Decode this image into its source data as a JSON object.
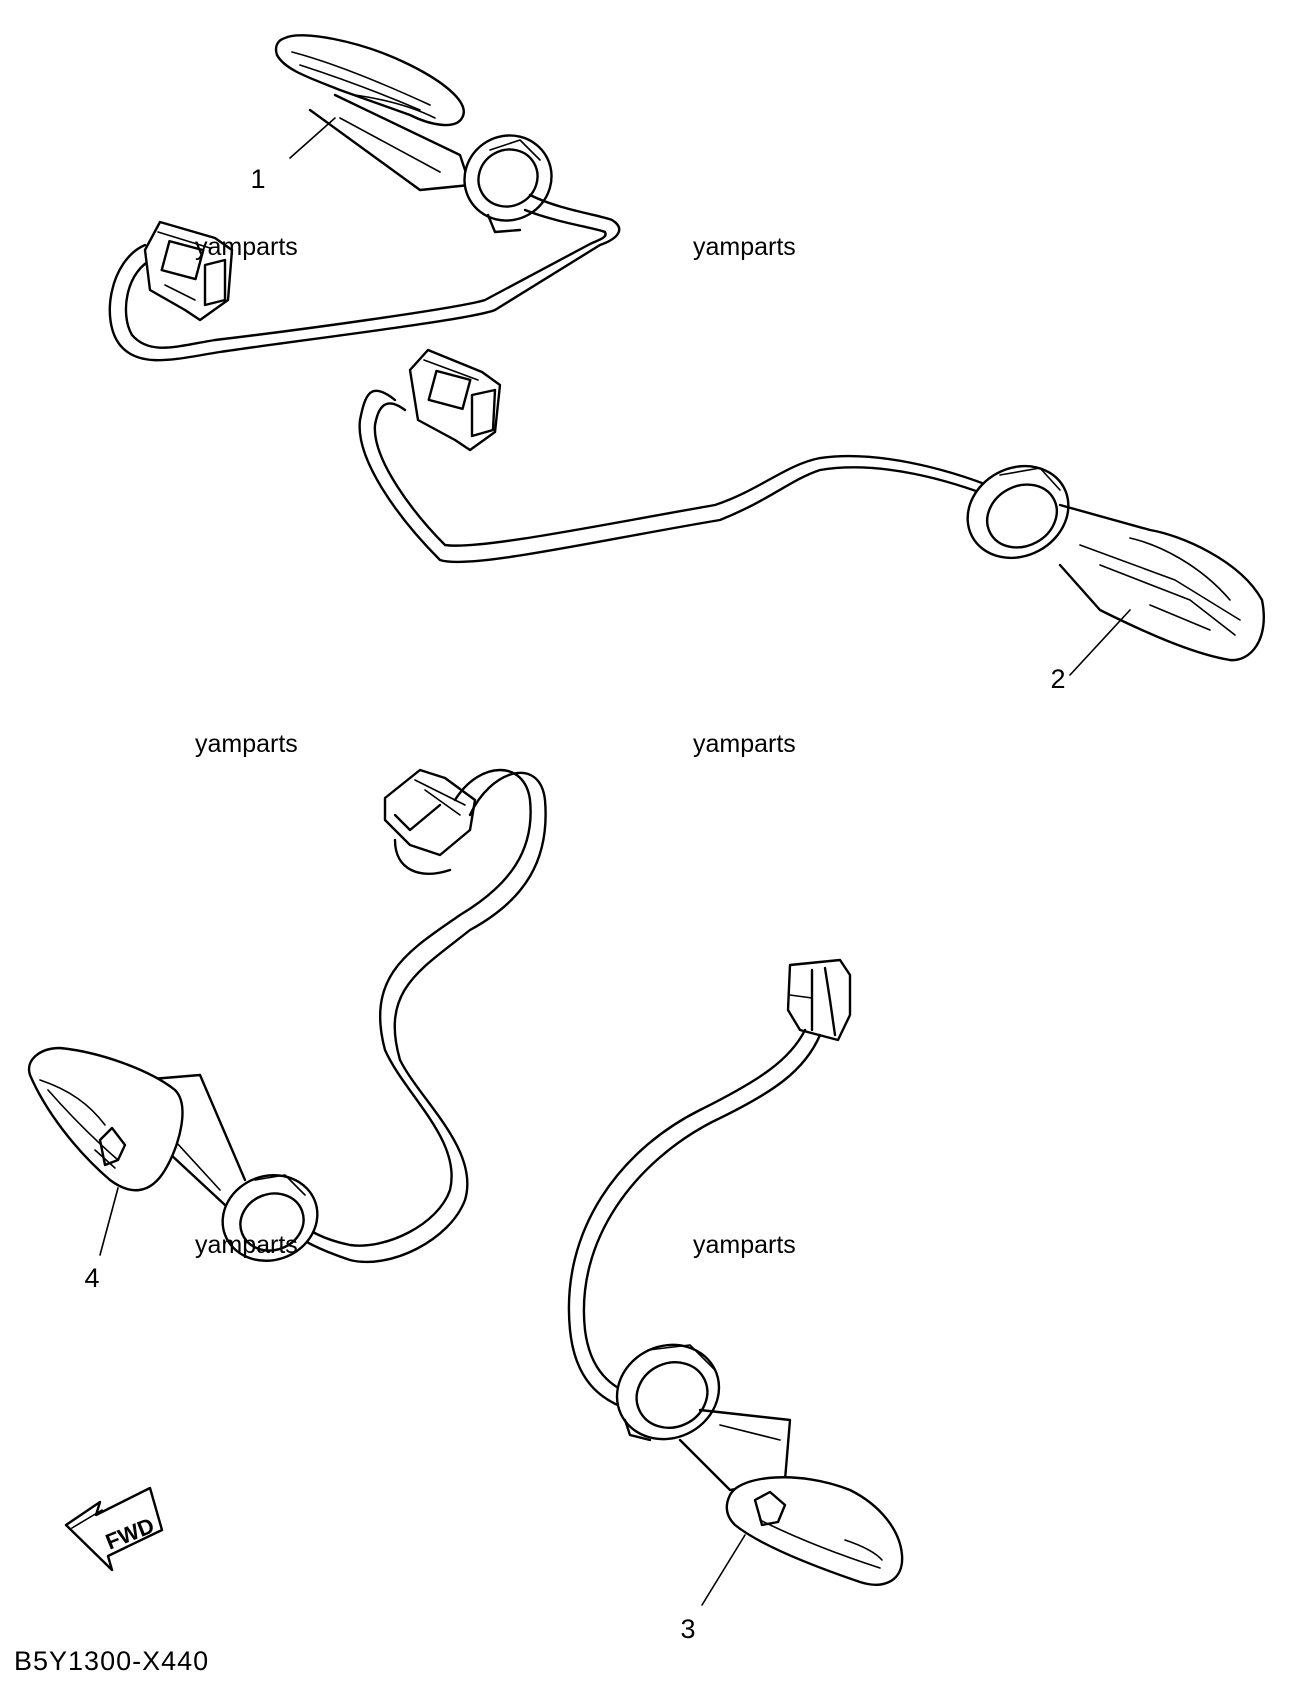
{
  "diagram": {
    "watermarks": [
      "yamparts",
      "yamparts",
      "yamparts",
      "yamparts",
      "yamparts",
      "yamparts"
    ],
    "callouts": [
      {
        "number": "1"
      },
      {
        "number": "2"
      },
      {
        "number": "3"
      },
      {
        "number": "4"
      }
    ],
    "direction_arrow": {
      "label": "FWD",
      "icon": "fwd-arrow-icon"
    },
    "diagram_code": "B5Y1300-X440",
    "line_color": "#000000",
    "background_color": "#ffffff"
  }
}
